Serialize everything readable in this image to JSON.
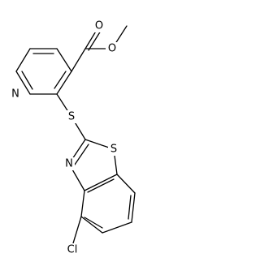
{
  "molecule": {
    "atoms": {
      "pyridine_n": "N",
      "thioether_s": "S",
      "carbonyl_o": "O",
      "ester_o": "O",
      "thiazole_n": "N",
      "thiazole_s": "S",
      "chlorine": "Cl"
    }
  }
}
